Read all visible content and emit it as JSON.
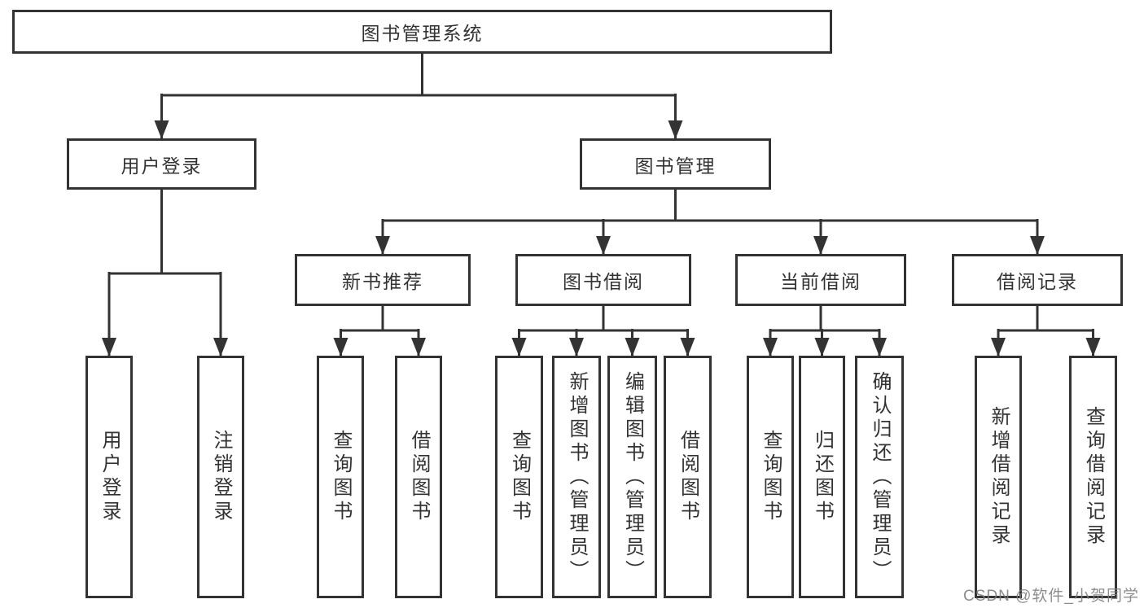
{
  "watermark": {
    "text": "CSDN @软件_小贺同学"
  },
  "colors": {
    "line": "#333333",
    "box_border": "#333333",
    "text": "#333333",
    "watermark_gray": "#7d7d7d",
    "background": "#ffffff"
  },
  "tree": {
    "root": {
      "label": "图书管理系统"
    },
    "children": [
      {
        "label": "用户登录",
        "children": [
          {
            "label": "用户登录"
          },
          {
            "label": "注销登录"
          }
        ]
      },
      {
        "label": "图书管理",
        "children": [
          {
            "label": "新书推荐",
            "children": [
              {
                "label": "查询图书"
              },
              {
                "label": "借阅图书"
              }
            ]
          },
          {
            "label": "图书借阅",
            "children": [
              {
                "label": "查询图书"
              },
              {
                "label": "新增图书（管理员）"
              },
              {
                "label": "编辑图书（管理员）"
              },
              {
                "label": "借阅图书"
              }
            ]
          },
          {
            "label": "当前借阅",
            "children": [
              {
                "label": "查询图书"
              },
              {
                "label": "归还图书"
              },
              {
                "label": "确认归还（管理员）"
              }
            ]
          },
          {
            "label": "借阅记录",
            "children": [
              {
                "label": "新增借阅记录"
              },
              {
                "label": "查询借阅记录"
              }
            ]
          }
        ]
      }
    ]
  }
}
